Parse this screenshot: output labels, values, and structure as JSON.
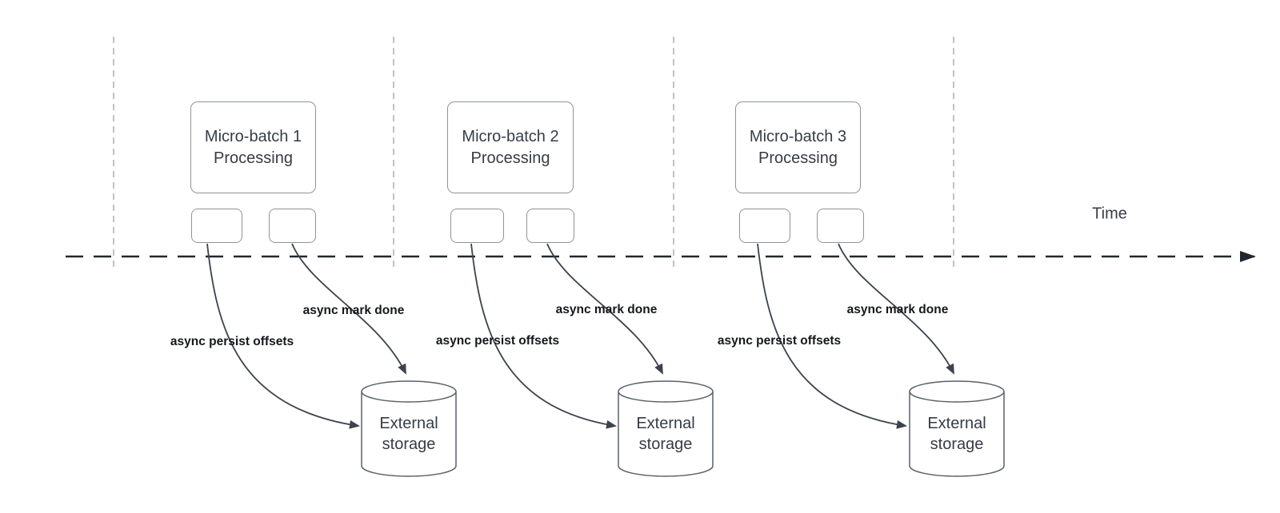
{
  "timeline": {
    "label": "Time"
  },
  "batches": [
    {
      "name": "Micro-batch 1\nProcessing",
      "persist": "async persist offsets",
      "done": "async mark done",
      "storage": "External\nstorage"
    },
    {
      "name": "Micro-batch 2\nProcessing",
      "persist": "async persist offsets",
      "done": "async mark done",
      "storage": "External\nstorage"
    },
    {
      "name": "Micro-batch 3\nProcessing",
      "persist": "async persist offsets",
      "done": "async mark done",
      "storage": "External\nstorage"
    }
  ],
  "colors": {
    "arrow_color": "#3d434d",
    "timeline_color": "#23272e",
    "divider_color": "#abaeb3",
    "border_color": "#8f949b",
    "cylinder_color": "#5a616a",
    "text_color": "#363c46",
    "label_color": "#15181c"
  }
}
